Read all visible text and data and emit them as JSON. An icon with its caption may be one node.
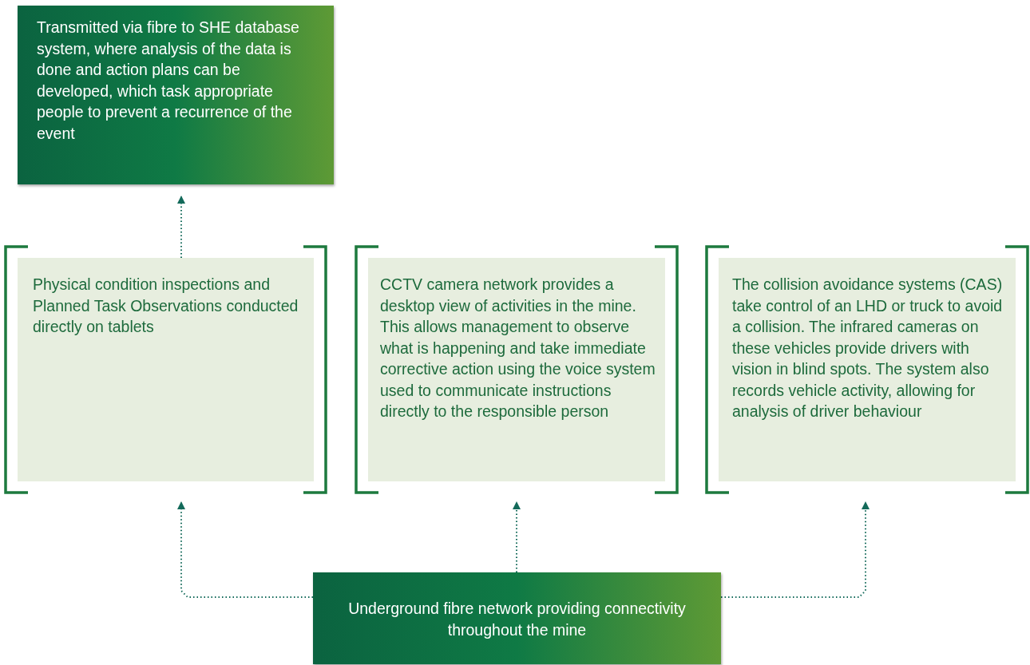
{
  "diagram": {
    "nodes": [
      {
        "text": [
          "Transmitted via fibre to SHE database system, where analysis of the data is done and action plans can be developed, which task appropriate people to prevent a recurrence of the event"
        ]
      },
      {
        "text": [
          "Physical condition inspections and Planned Task Observations conducted directly on tablets"
        ]
      },
      {
        "text": [
          "CCTV camera network provides a desktop view of activities in the mine. This allows management to observe what is happening and take immediate corrective action using the voice system used to communicate instructions directly to the responsible person"
        ]
      },
      {
        "text": [
          "The collision avoidance systems (CAS) take control of an LHD or truck to avoid a collision. The infrared cameras on these vehicles provide drivers with vision in blind spots. The system also records vehicle activity, allowing for analysis of driver behaviour"
        ]
      },
      {
        "text": [
          "Underground fibre network providing connectivity throughout the mine"
        ]
      }
    ],
    "edges": [
      {
        "from": 1,
        "to": 0,
        "arrow": "to"
      },
      {
        "from": 4,
        "to": 1,
        "arrow": "to"
      },
      {
        "from": 4,
        "to": 2,
        "arrow": "to"
      },
      {
        "from": 4,
        "to": 3,
        "arrow": "to"
      }
    ]
  }
}
